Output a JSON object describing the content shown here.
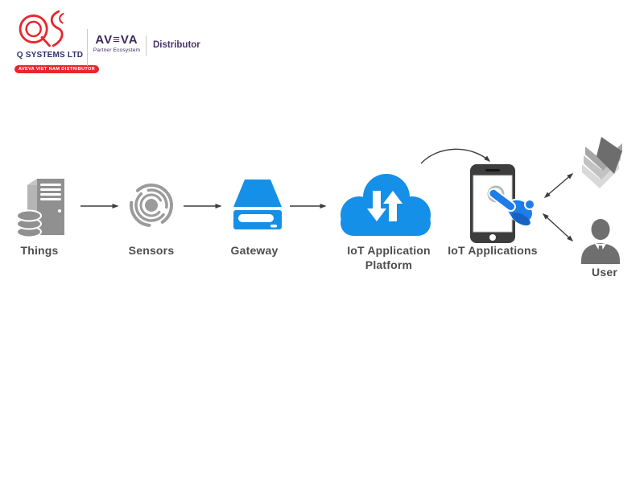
{
  "header": {
    "qs": {
      "company": "Q SYSTEMS LTD",
      "badge": "AVEVA VIET NAM DISTRIBUTOR"
    },
    "aveva": {
      "wordmark": "AV≡VA",
      "subtitle": "Partner Ecosystem",
      "role": "Distributor"
    }
  },
  "diagram": {
    "nodes": [
      {
        "id": "things",
        "label": "Things",
        "icon": "server-database-icon"
      },
      {
        "id": "sensors",
        "label": "Sensors",
        "icon": "sensor-icon"
      },
      {
        "id": "gateway",
        "label": "Gateway",
        "icon": "gateway-device-icon"
      },
      {
        "id": "platform",
        "label": "IoT Application Platform",
        "icon": "cloud-data-sync-icon"
      },
      {
        "id": "applications",
        "label": "IoT Applications",
        "icon": "smartphone-touch-icon"
      },
      {
        "id": "documents",
        "label": "",
        "icon": "book-pages-icon"
      },
      {
        "id": "user",
        "label": "User",
        "icon": "person-icon"
      }
    ],
    "connections": [
      {
        "from": "things",
        "to": "sensors",
        "style": "arrow"
      },
      {
        "from": "sensors",
        "to": "gateway",
        "style": "arrow"
      },
      {
        "from": "gateway",
        "to": "platform",
        "style": "arrow"
      },
      {
        "from": "platform",
        "to": "applications",
        "style": "curved-arrow"
      },
      {
        "from": "applications",
        "to": "documents",
        "style": "double-arrow"
      },
      {
        "from": "applications",
        "to": "user",
        "style": "double-arrow"
      }
    ]
  },
  "colors": {
    "accent_blue": "#1590e8",
    "icon_gray": "#8f8f8f",
    "label_gray": "#4d4d4d",
    "logo_red": "#e8262d",
    "logo_navy": "#2b2f6e",
    "aveva_purple": "#3a2a5e"
  }
}
